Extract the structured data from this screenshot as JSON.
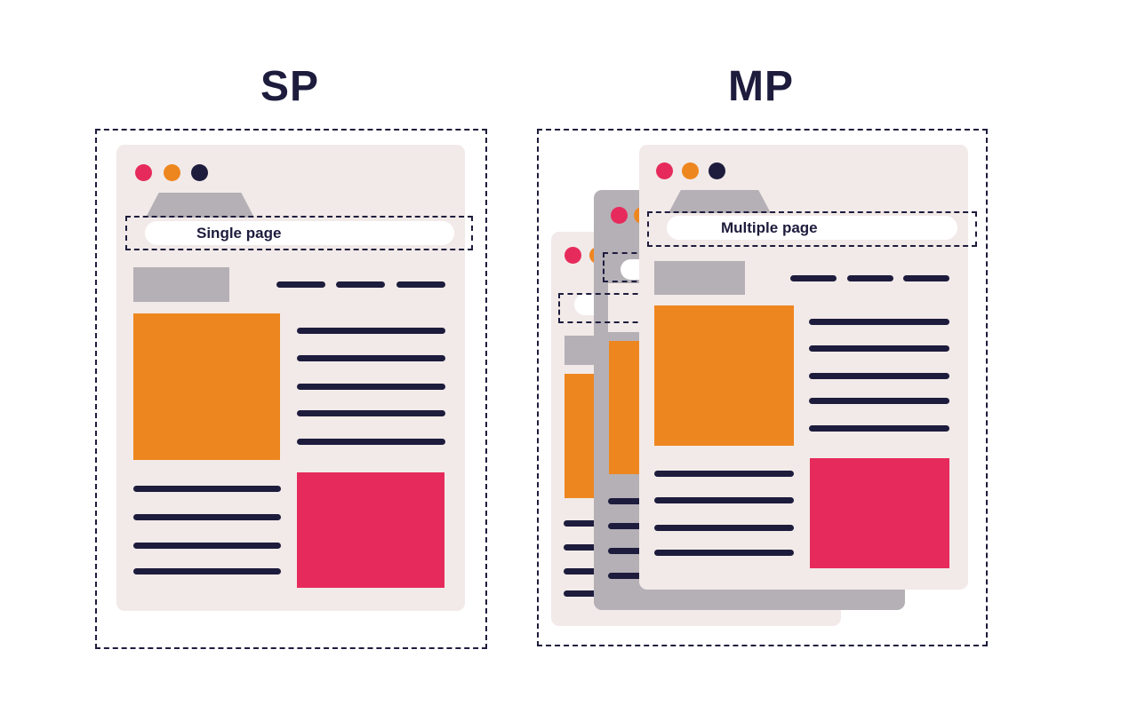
{
  "sp": {
    "title": "SP",
    "url_label": "Single page"
  },
  "mp": {
    "title": "MP",
    "url_label": "Multiple page"
  },
  "colors": {
    "navy": "#1d1c3d",
    "orange": "#ee861f",
    "red": "#e62b5c",
    "gray": "#b5b0b6",
    "window_bg": "#f2eae8",
    "back_window_bg": "#b5b0b6"
  },
  "icons": [
    "close-dot-icon",
    "minimize-dot-icon",
    "maximize-dot-icon"
  ]
}
